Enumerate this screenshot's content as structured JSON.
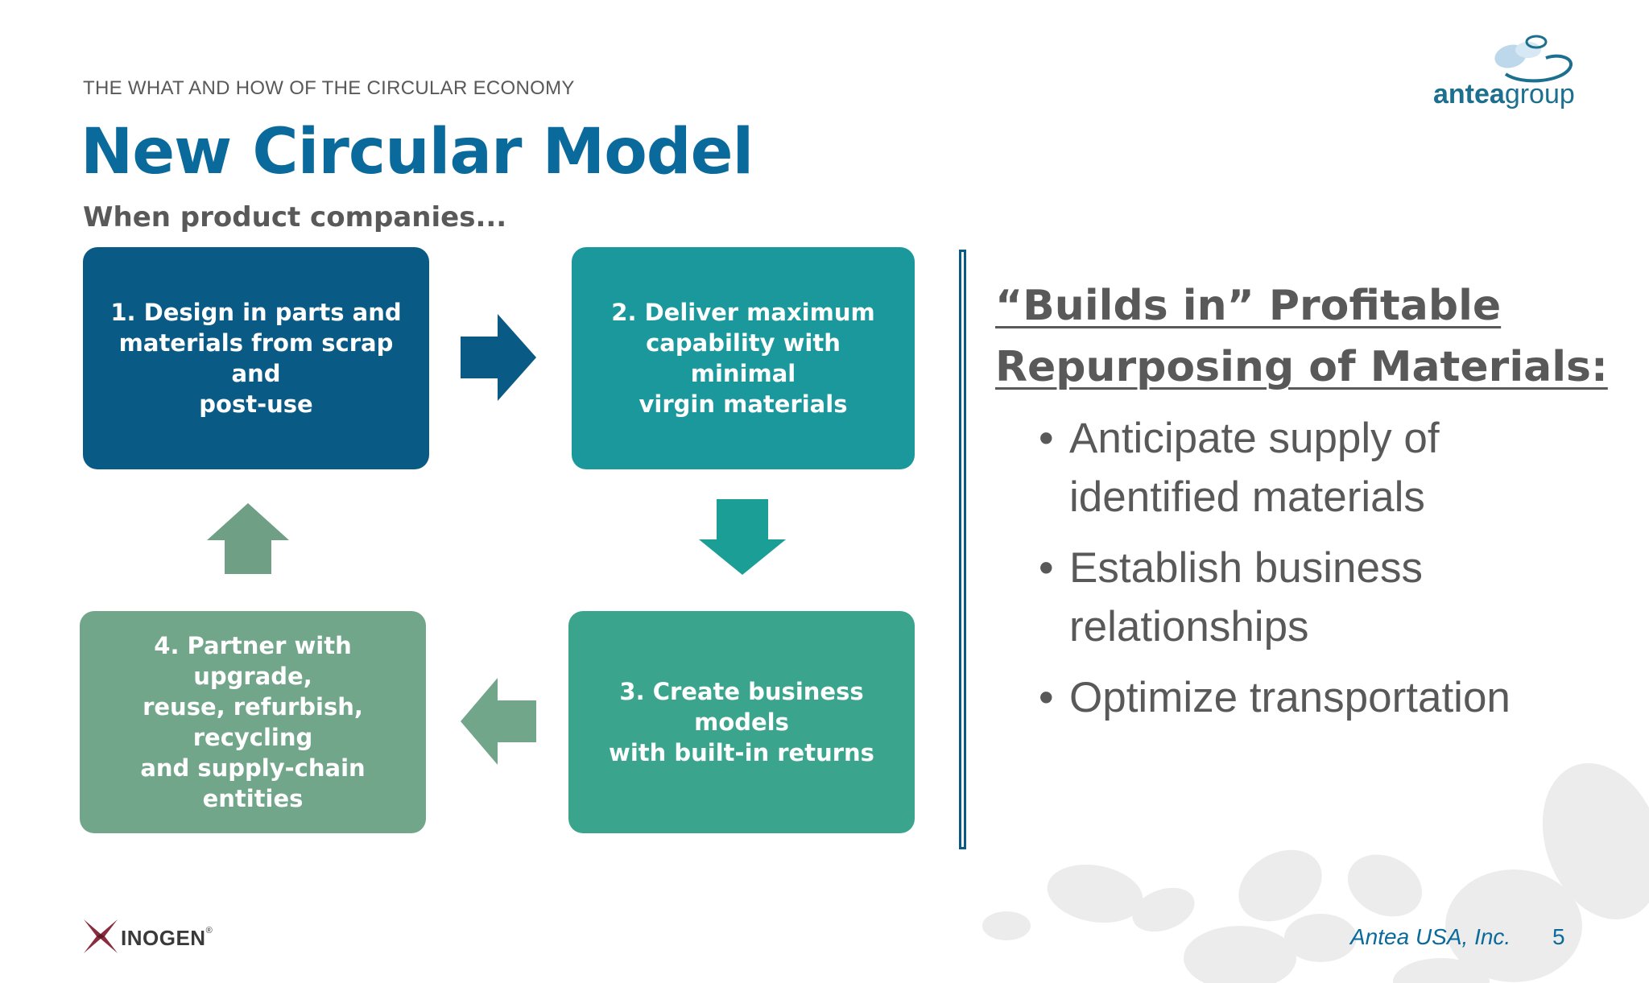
{
  "header": {
    "supertitle": "THE WHAT AND HOW OF THE CIRCULAR ECONOMY",
    "title": "New Circular Model",
    "subtitle": "When product companies..."
  },
  "cycle": {
    "steps": [
      {
        "lines": [
          "1. Design in parts and",
          "materials from scrap and",
          "post-use"
        ],
        "color": "#0a5a86"
      },
      {
        "lines": [
          "2. Deliver maximum",
          "capability with minimal",
          "virgin materials"
        ],
        "color": "#1a989c"
      },
      {
        "lines": [
          "3. Create business models",
          "with built-in returns"
        ],
        "color": "#3aa58c"
      },
      {
        "lines": [
          "4. Partner with upgrade,",
          "reuse, refurbish, recycling",
          "and supply-chain entities"
        ],
        "color": "#72a68a"
      }
    ],
    "arrow_colors": {
      "right": "#0a5a86",
      "down": "#1a9e96",
      "left": "#72a68a",
      "up": "#6f9f84"
    }
  },
  "right_panel": {
    "heading_lines": [
      "“Builds in” Profitable",
      "Repurposing of Materials:"
    ],
    "bullets": [
      {
        "lines": [
          "Anticipate supply of",
          "identified materials"
        ]
      },
      {
        "lines": [
          "Establish business",
          "relationships"
        ]
      },
      {
        "lines": [
          "Optimize transportation"
        ]
      }
    ]
  },
  "logos": {
    "antea": {
      "text_bold": "antea",
      "text_regular": "group",
      "color": "#1c6f8e"
    },
    "inogen": {
      "text": "INOGEN",
      "mark": "®",
      "icon": "inogen-x-icon",
      "color": "#8b2b3e"
    }
  },
  "footer": {
    "company": "Antea USA, Inc.",
    "page_number": "5"
  }
}
